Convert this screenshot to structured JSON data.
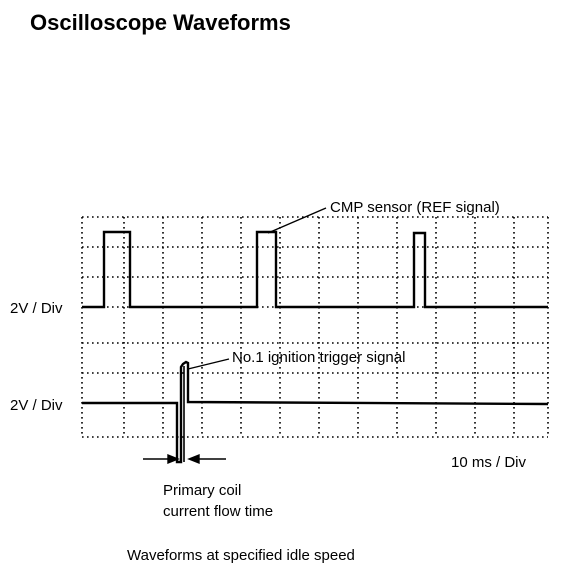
{
  "title": "Oscilloscope Waveforms",
  "labels": {
    "scale_top": "2V / Div",
    "scale_bottom": "2V / Div",
    "cmp_signal": "CMP sensor (REF signal)",
    "ignition_signal": "No.1 ignition trigger signal",
    "time_scale": "10 ms / Div",
    "primary_coil_line1": "Primary coil",
    "primary_coil_line2": "current flow time"
  },
  "caption": "Waveforms at specified idle speed",
  "colors": {
    "ink": "#000000",
    "background": "#ffffff"
  }
}
